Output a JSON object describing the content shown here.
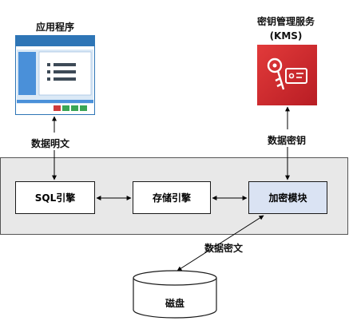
{
  "app": {
    "title": "应用程序"
  },
  "kms": {
    "title_line1": "密钥管理服务",
    "title_line2": "(KMS)"
  },
  "flows": {
    "plaintext": "数据明文",
    "key": "数据密钥",
    "ciphertext": "数据密文"
  },
  "database": {
    "sql_engine": "SQL引擎",
    "storage_engine": "存储引擎",
    "encryption_module": "加密模块"
  },
  "disk": {
    "label": "磁盘"
  },
  "colors": {
    "app_window_bar": "#2e75b6",
    "app_panel": "#4a90d9",
    "app_pane_bg": "#dbe9f6",
    "kms_red": "#d62b2b",
    "db_container": "#e8e8e8",
    "encryption_fill": "#dae3f3",
    "buttons_green": "#3aa655",
    "buttons_red": "#cf3b3b"
  },
  "icons": {
    "app": "application-window-icon",
    "kms": "key-card-icon",
    "disk": "disk-cylinder-icon"
  }
}
